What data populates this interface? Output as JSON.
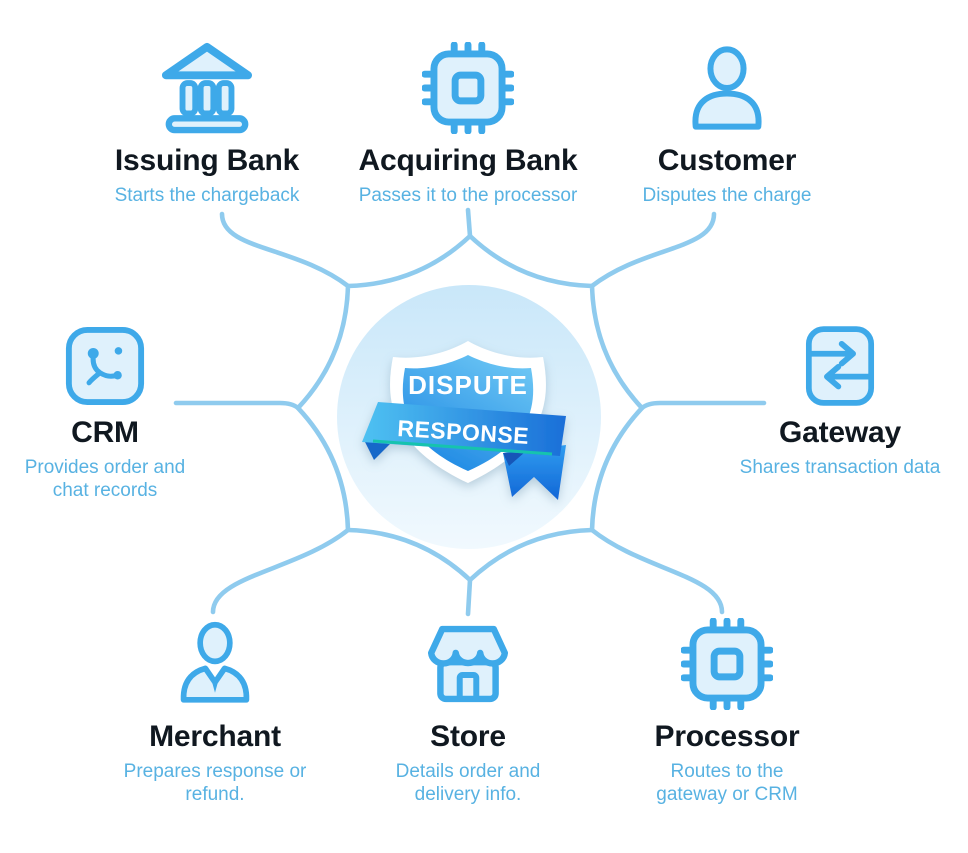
{
  "center": {
    "badge_top": "DISPUTE",
    "badge_bottom": "RESPONSE"
  },
  "nodes": {
    "issuing_bank": {
      "label": "Issuing Bank",
      "sublabel": "Starts the chargeback"
    },
    "acquiring_bank": {
      "label": "Acquiring Bank",
      "sublabel": "Passes it to the processor"
    },
    "customer": {
      "label": "Customer",
      "sublabel": "Disputes the charge"
    },
    "crm": {
      "label": "CRM",
      "sublabel": "Provides order and chat records"
    },
    "gateway": {
      "label": "Gateway",
      "sublabel": "Shares transaction data"
    },
    "merchant": {
      "label": "Merchant",
      "sublabel": "Prepares response or refund."
    },
    "store": {
      "label": "Store",
      "sublabel": "Details order and delivery info."
    },
    "processor": {
      "label": "Processor",
      "sublabel": "Routes to the gateway or CRM"
    }
  },
  "colors": {
    "accent": "#3ea9e9",
    "icon-fill": "#dff1fc",
    "line": "#8fcbee",
    "title": "#101820",
    "subtitle": "#58b2e2",
    "circle-top": "#c9e7f9",
    "circle-bottom": "#f1f9fe",
    "shield-light": "#6cc6f4",
    "shield-dark": "#1b86e3",
    "band-light": "#4fc2f2",
    "band-dark": "#1a6fd8",
    "teal-edge": "#17c3ae",
    "badge-text": "#ffffff"
  }
}
